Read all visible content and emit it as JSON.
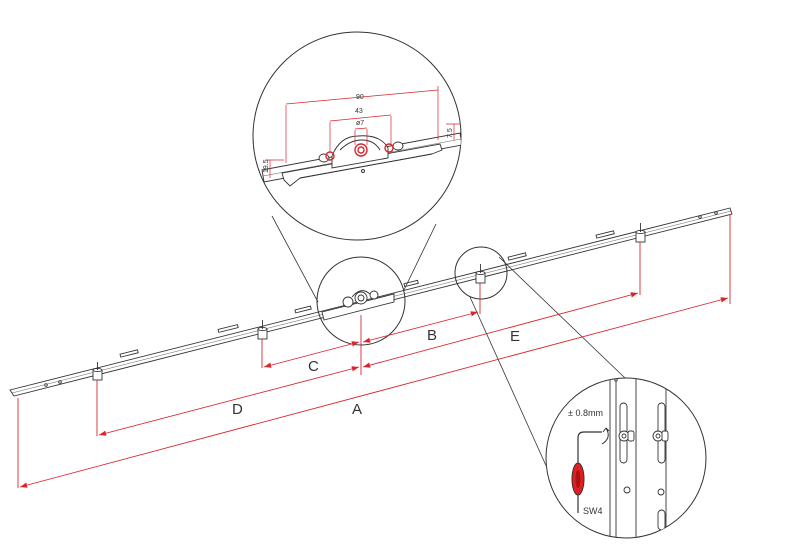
{
  "colors": {
    "line": "#333333",
    "dimension": "#d9262e",
    "background": "#ffffff",
    "handle_red": "#e02020"
  },
  "dimensions": {
    "a": "A",
    "b": "B",
    "c": "C",
    "d": "D",
    "e": "E"
  },
  "detail_gearbox": {
    "dim_90": "90",
    "dim_43": "43",
    "dim_o7": "ø7",
    "dim_19_5": "19.5",
    "dim_7_5": "7.5"
  },
  "detail_adjust": {
    "tolerance": "± 0.8mm",
    "wrench": "SW4"
  }
}
